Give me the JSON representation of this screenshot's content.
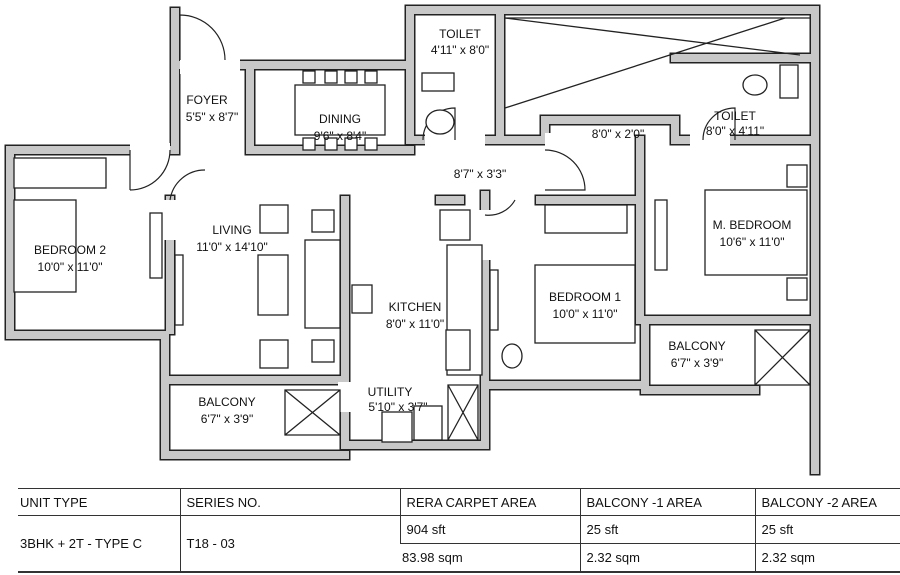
{
  "rooms": {
    "foyer": {
      "name": "FOYER",
      "size": "5'5\" x 8'7\""
    },
    "dining": {
      "name": "DINING",
      "size": "9'6\" x 8'4\""
    },
    "toilet1": {
      "name": "TOILET",
      "size": "4'11\" x 8'0\""
    },
    "toilet2": {
      "name": "TOILET",
      "size": "8'0\" x 4'11\""
    },
    "store": {
      "size": "8'0\" x 2'0\""
    },
    "passage": {
      "size": "8'7\" x 3'3\""
    },
    "bedroom2": {
      "name": "BEDROOM 2",
      "size": "10'0\" x 11'0\""
    },
    "living": {
      "name": "LIVING",
      "size": "11'0\" x 14'10\""
    },
    "kitchen": {
      "name": "KITCHEN",
      "size": "8'0\" x 11'0\""
    },
    "bedroom1": {
      "name": "BEDROOM 1",
      "size": "10'0\" x 11'0\""
    },
    "master_bedroom": {
      "name": "M. BEDROOM",
      "size": "10'6\" x 11'0\""
    },
    "balcony1": {
      "name": "BALCONY",
      "size": "6'7\" x 3'9\""
    },
    "balcony2": {
      "name": "BALCONY",
      "size": "6'7\" x 3'9\""
    },
    "utility": {
      "name": "UTILITY",
      "size": "5'10\" x 3'7\""
    }
  },
  "table": {
    "headers": [
      "UNIT TYPE",
      "SERIES NO.",
      "RERA CARPET AREA",
      "BALCONY -1  AREA",
      "BALCONY -2  AREA"
    ],
    "unit_type": "3BHK + 2T - TYPE C",
    "series_no": "T18 - 03",
    "row1": [
      "904 sft",
      "25 sft",
      "25 sft"
    ],
    "row2": [
      "83.98 sqm",
      "2.32 sqm",
      "2.32 sqm"
    ]
  }
}
